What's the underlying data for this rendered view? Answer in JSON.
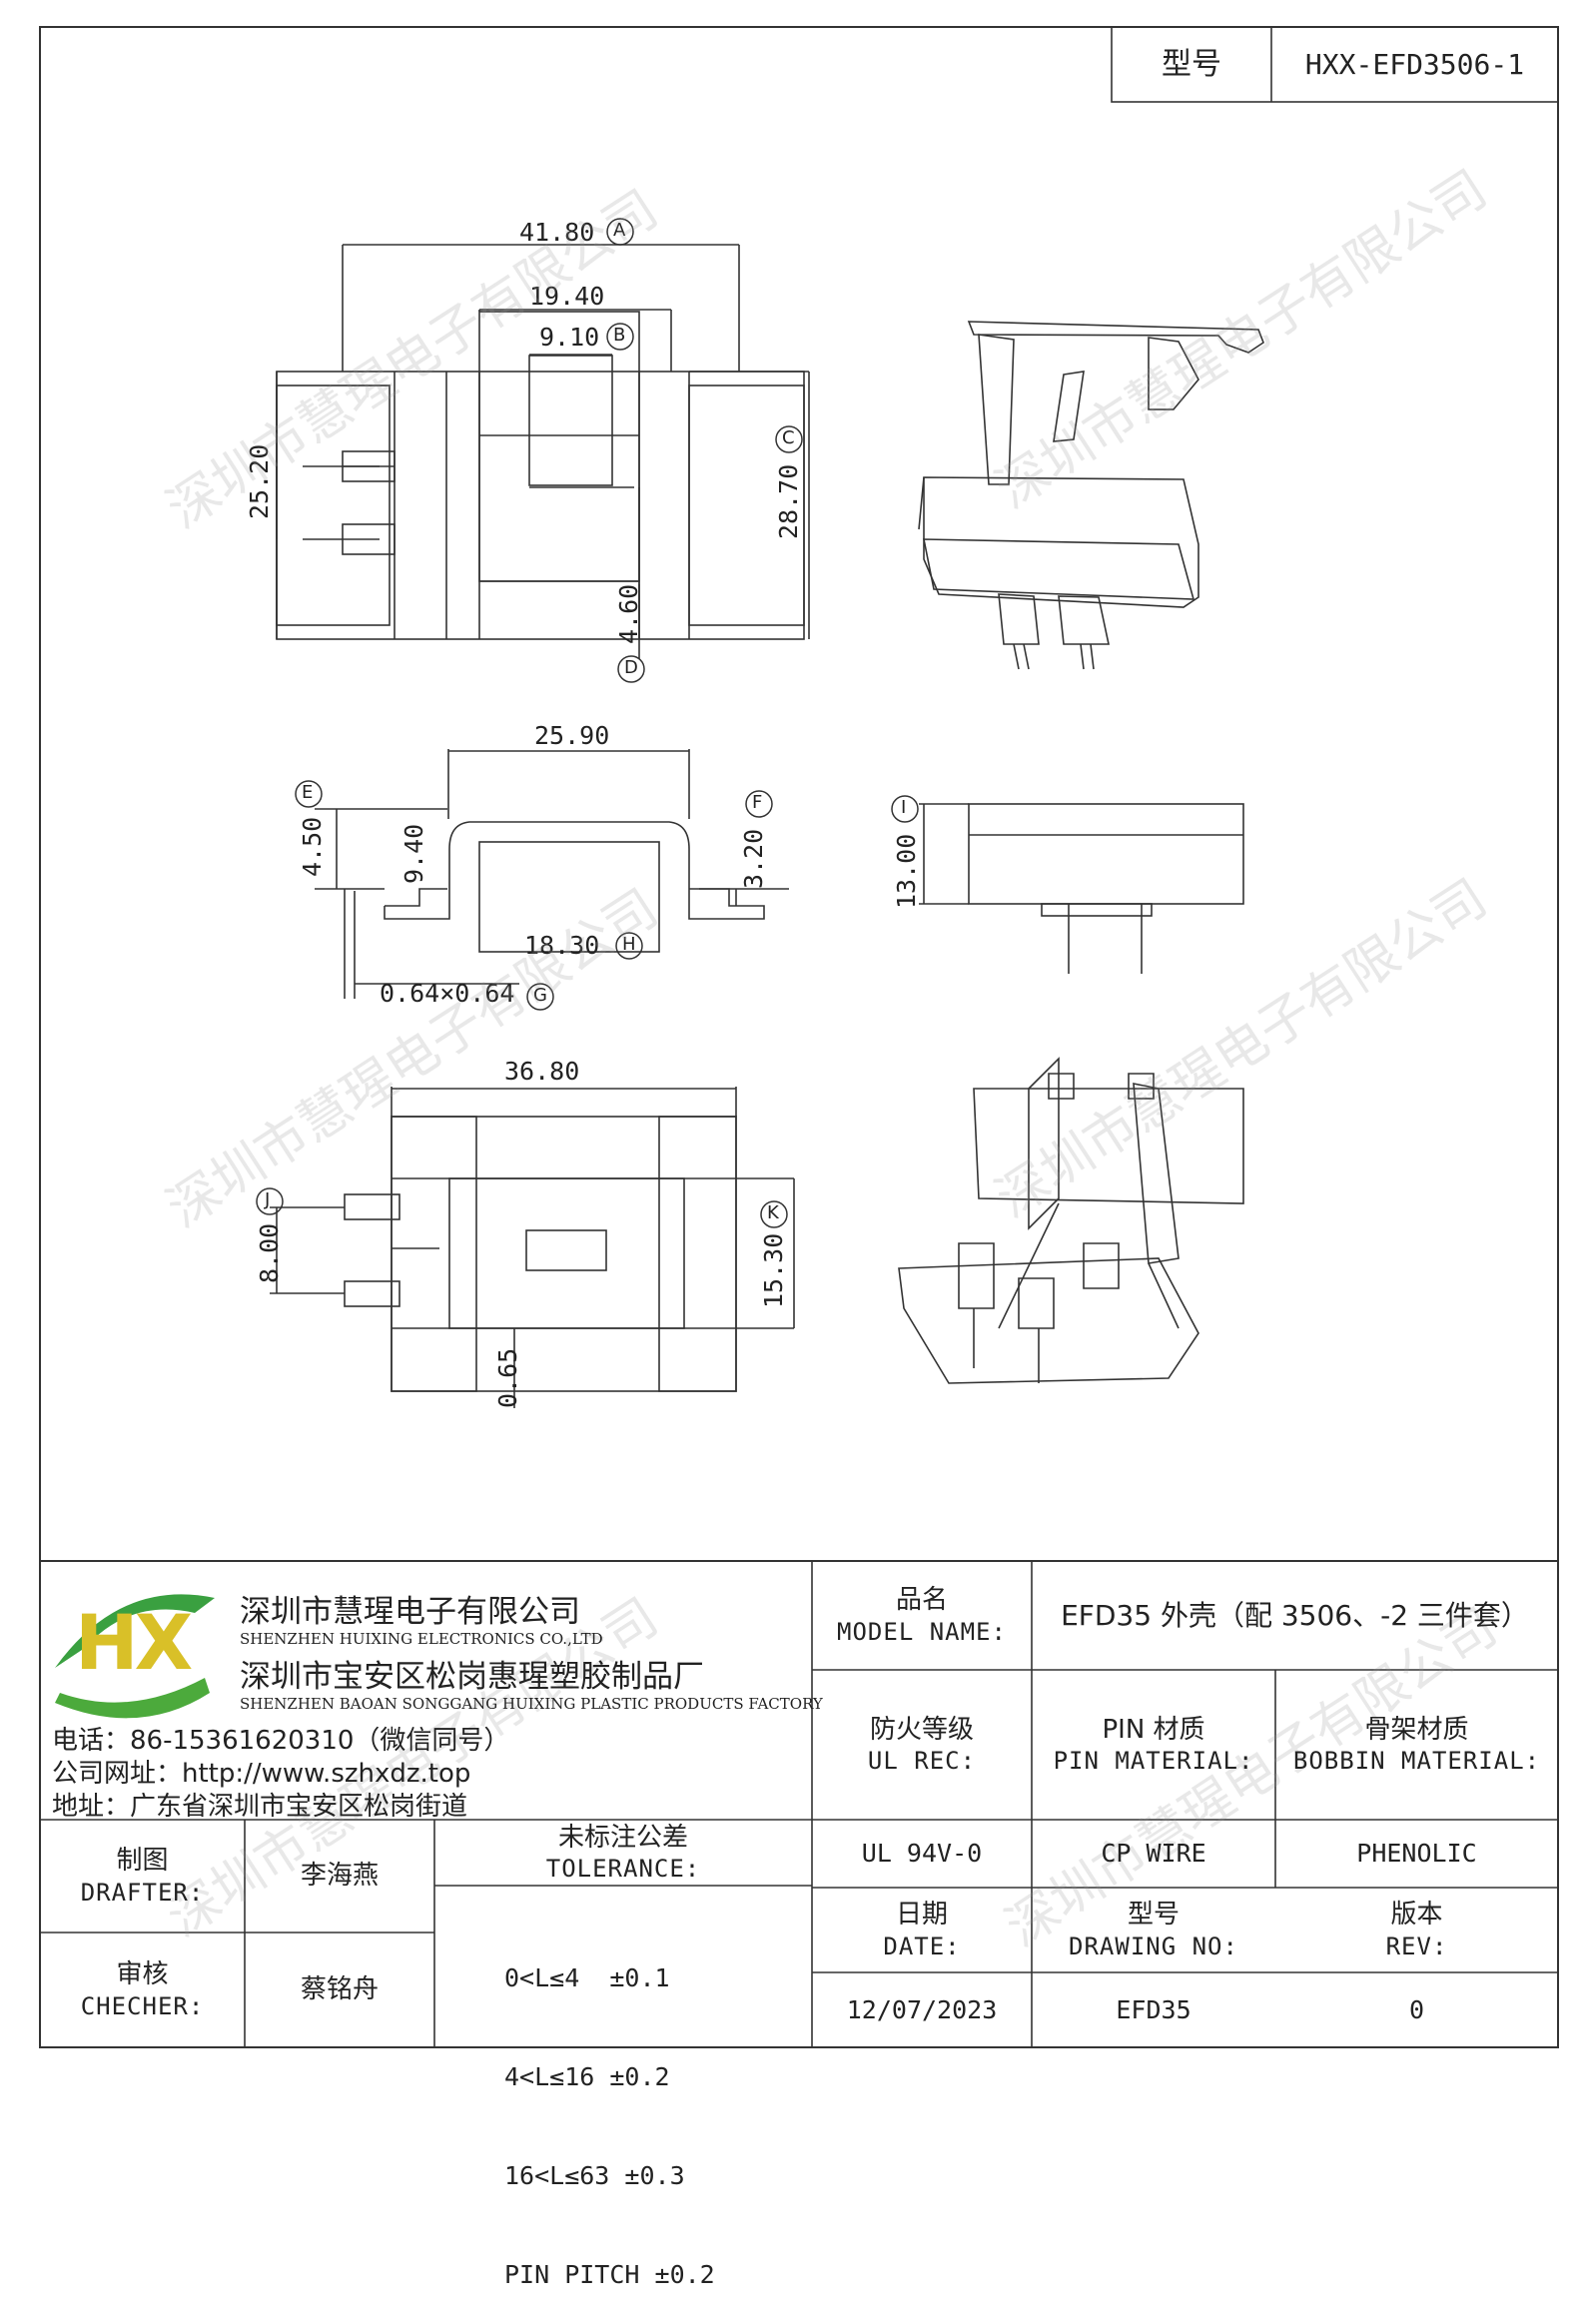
{
  "header": {
    "model_label": "型号",
    "model_value": "HXX-EFD3506-1"
  },
  "dimensions": {
    "a": "41.80",
    "b": "9.10",
    "c": "28.70",
    "d": "4.60",
    "w1940": "19.40",
    "h2520": "25.20",
    "top2590": "25.90",
    "e": "4.50",
    "h940": "9.40",
    "f": "3.20",
    "h": "18.30",
    "g": "0.64×0.64",
    "i": "13.00",
    "w3680": "36.80",
    "j": "8.00",
    "k": "15.30",
    "h065": "0.65",
    "circ": {
      "A": "A",
      "B": "B",
      "C": "C",
      "D": "D",
      "E": "E",
      "F": "F",
      "G": "G",
      "H": "H",
      "I": "I",
      "J": "J",
      "K": "K"
    }
  },
  "company": {
    "name_cn": "深圳市慧瑆电子有限公司",
    "name_en": "SHENZHEN HUIXING ELECTRONICS CO.,LTD",
    "factory_cn": "深圳市宝安区松岗惠瑆塑胶制品厂",
    "factory_en": "SHENZHEN BAOAN SONGGANG HUIXING PLASTIC PRODUCTS FACTORY",
    "phone": "电话：86-15361620310（微信同号）",
    "website": "公司网址：http://www.szhxdz.top",
    "address": "地址：广东省深圳市宝安区松岗街道",
    "logo_text": "HX"
  },
  "title_block": {
    "model_name_cn": "品名",
    "model_name_en": "MODEL NAME:",
    "model_name_value": "EFD35 外壳（配 3506、-2 三件套）",
    "ul_cn": "防火等级",
    "ul_en": "UL REC:",
    "pin_cn": "PIN 材质",
    "pin_en": "PIN MATERIAL:",
    "bobbin_cn": "骨架材质",
    "bobbin_en": "BOBBIN MATERIAL:",
    "ul_value": "UL 94V-0",
    "pin_value": "CP WIRE",
    "bobbin_value": "PHENOLIC",
    "drafter_cn": "制图",
    "drafter_en": "DRAFTER:",
    "drafter_name": "李海燕",
    "checker_cn": "审核",
    "checker_en": "CHECHER:",
    "checker_name": "蔡铭舟",
    "tolerance_cn": "未标注公差",
    "tolerance_en": "TOLERANCE:",
    "tolerances": [
      "0<L≤4  ±0.1",
      "4<L≤16 ±0.2",
      "16<L≤63 ±0.3",
      "PIN PITCH ±0.2"
    ],
    "date_cn": "日期",
    "date_en": "DATE:",
    "date_value": "12/07/2023",
    "drawing_cn": "型号",
    "drawing_en": "DRAWING NO:",
    "drawing_value": "EFD35",
    "rev_cn": "版本",
    "rev_en": "REV:",
    "rev_value": "0"
  },
  "watermark": "深圳市慧瑆电子有限公司"
}
